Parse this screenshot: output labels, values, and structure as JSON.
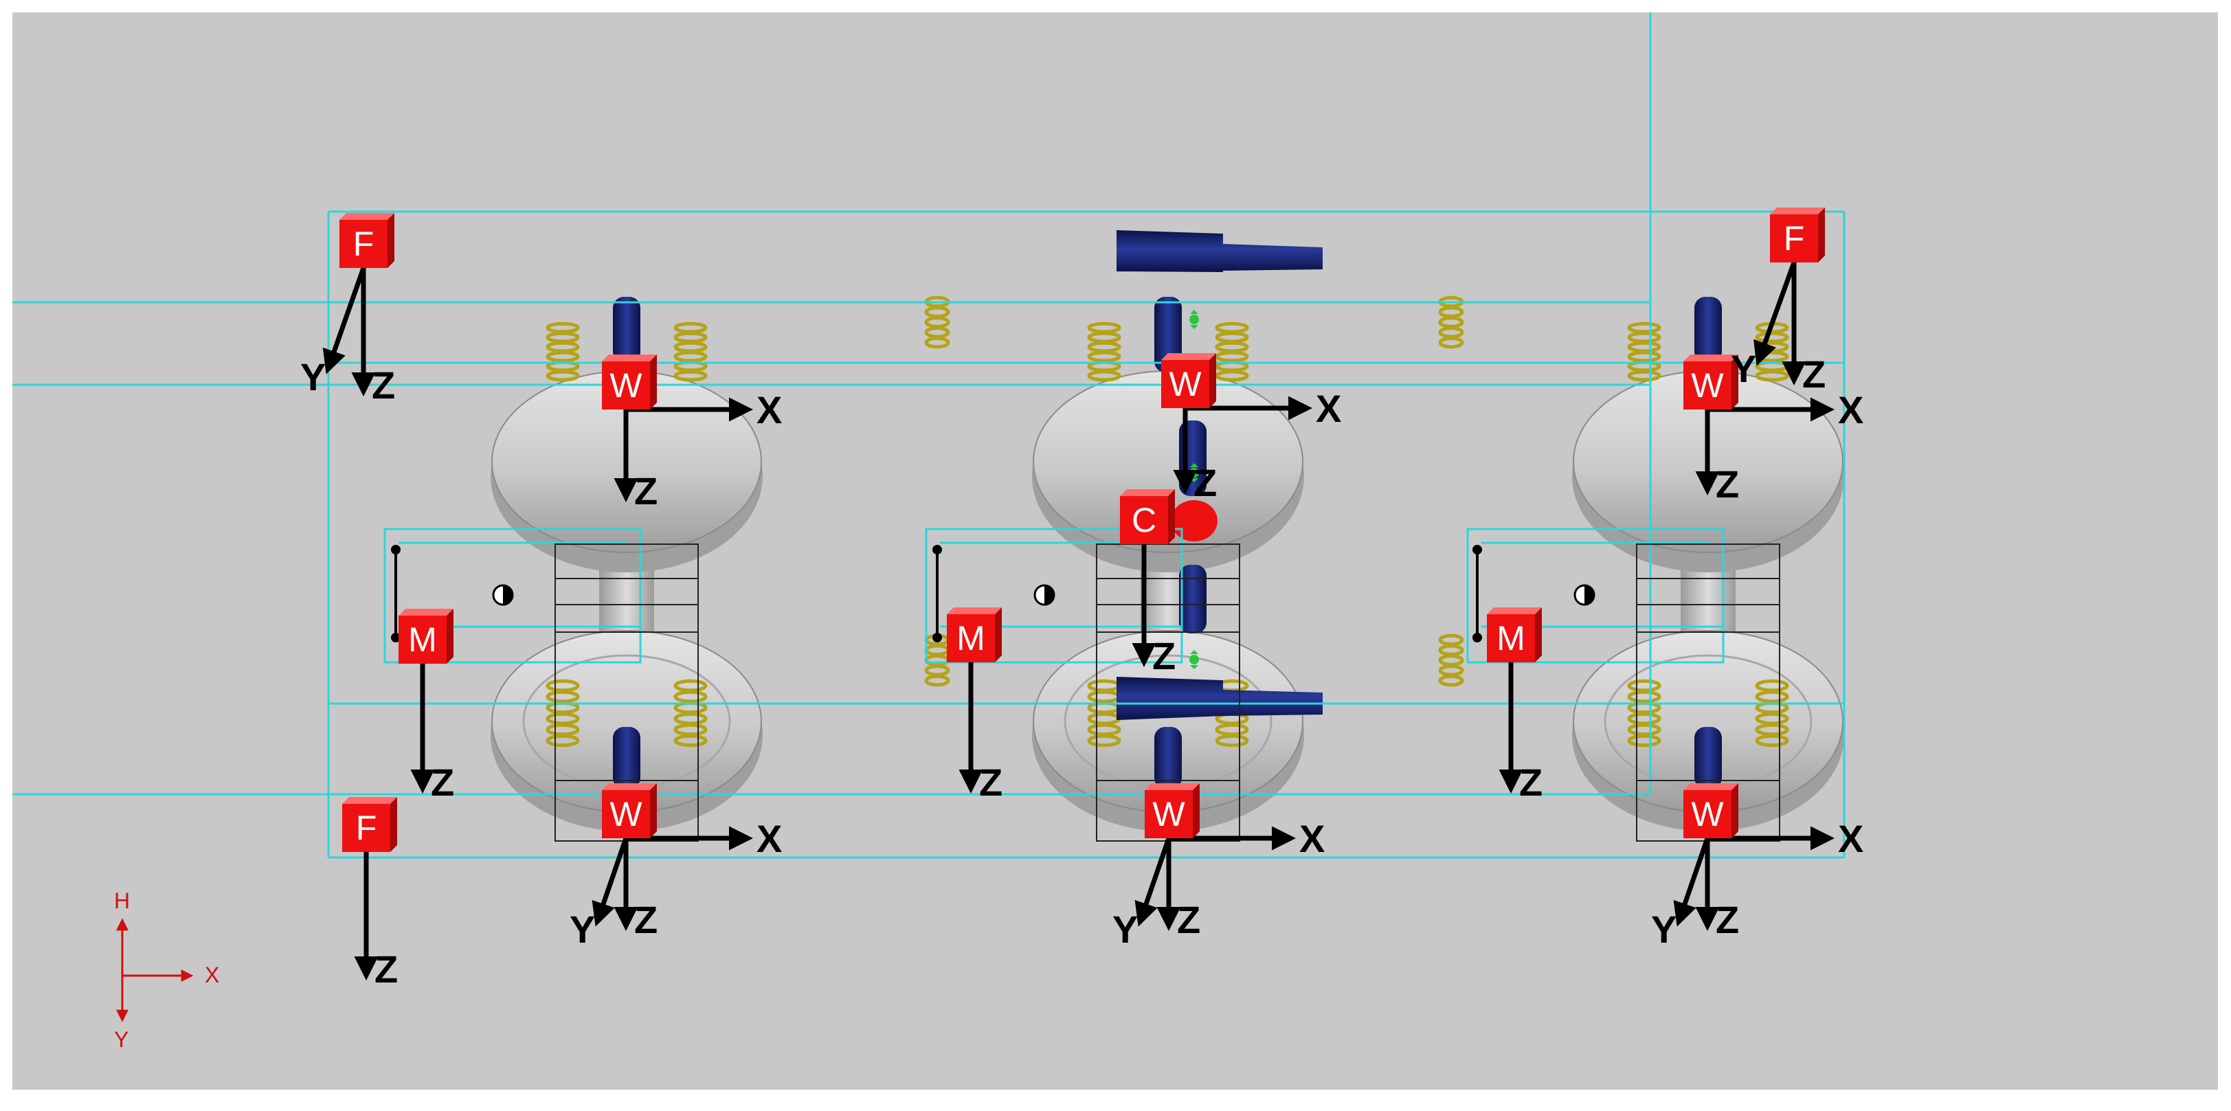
{
  "scene": {
    "background": "#c8c8c8",
    "frame_color": "#ffffff",
    "guide_color": "#2fd4dc",
    "marker_color": "#ee1111",
    "marker_letter_color": "#ffffff",
    "axis_color": "#000000",
    "wheel_color": "#cfcfcf",
    "spring_color": "#b5a318",
    "damper_color": "#101c6a",
    "global_axis_color": "#d01010"
  },
  "axis_labels": {
    "x": "X",
    "y": "Y",
    "z": "Z"
  },
  "marker_letters": {
    "frame": "F",
    "wheel": "W",
    "mass": "M",
    "center": "C"
  },
  "global_axes": {
    "up": "H",
    "right": "X",
    "down": "Y"
  },
  "marker_types": [
    "frame",
    "wheel",
    "wheel",
    "wheel",
    "frame",
    "center",
    "mass",
    "mass",
    "mass",
    "frame",
    "wheel",
    "wheel",
    "wheel"
  ],
  "icons": [
    "marker-cube-icon",
    "coordinate-axes-icon",
    "wheelset-icon",
    "coil-spring-icon",
    "damper-icon",
    "center-of-mass-icon",
    "global-axes-icon"
  ]
}
